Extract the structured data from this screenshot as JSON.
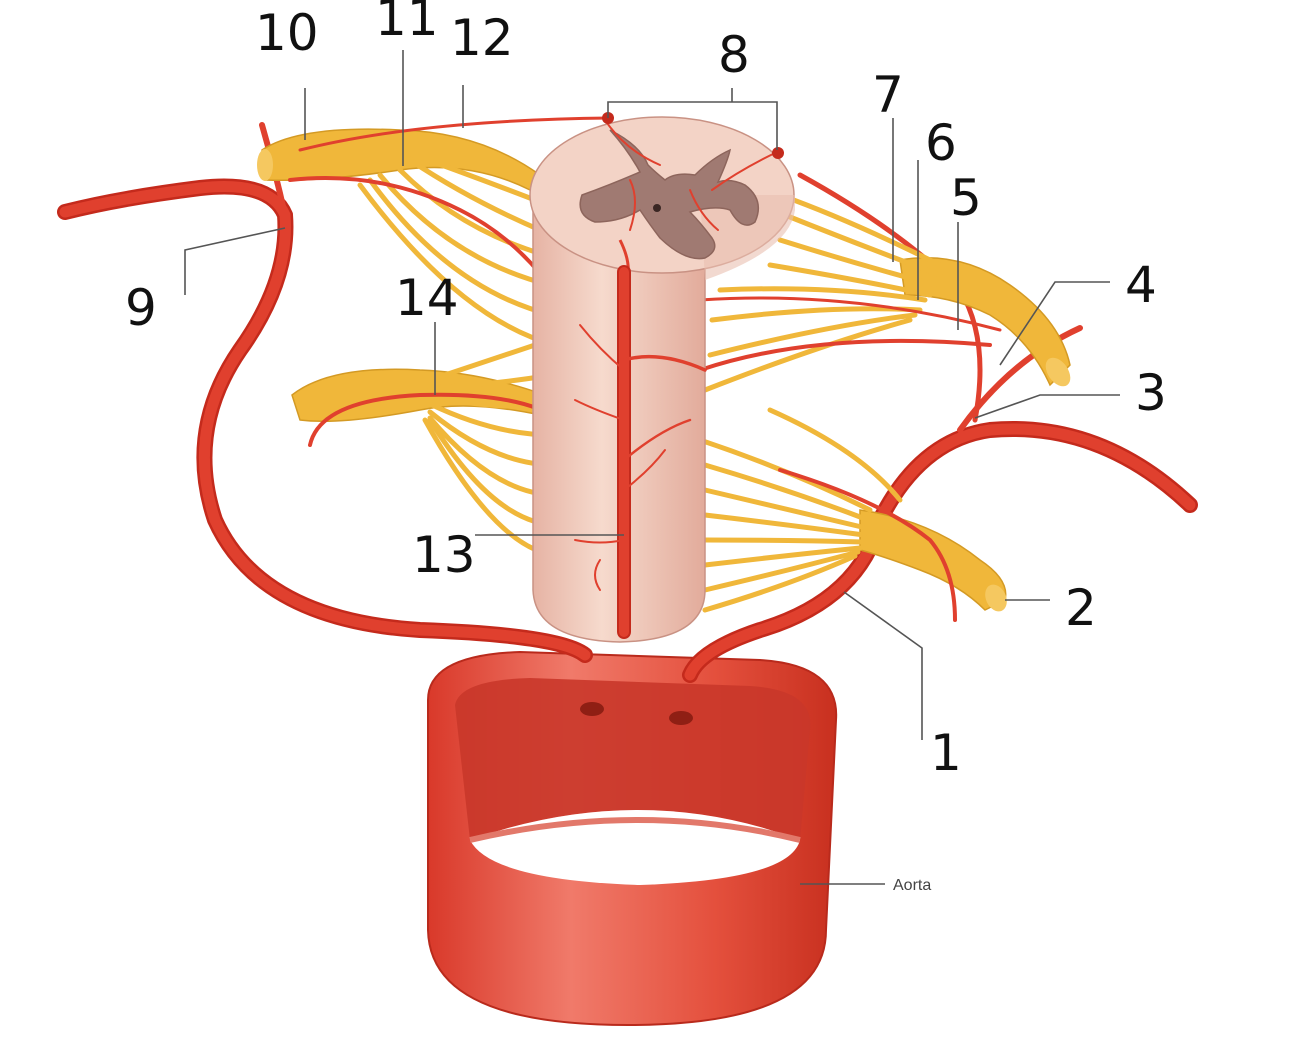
{
  "labels": [
    {
      "id": "label-1",
      "text": "1"
    },
    {
      "id": "label-2",
      "text": "2"
    },
    {
      "id": "label-3",
      "text": "3"
    },
    {
      "id": "label-4",
      "text": "4"
    },
    {
      "id": "label-5",
      "text": "5"
    },
    {
      "id": "label-6",
      "text": "6"
    },
    {
      "id": "label-7",
      "text": "7"
    },
    {
      "id": "label-8",
      "text": "8"
    },
    {
      "id": "label-9",
      "text": "9"
    },
    {
      "id": "label-10",
      "text": "10"
    },
    {
      "id": "label-11",
      "text": "11"
    },
    {
      "id": "label-12",
      "text": "12"
    },
    {
      "id": "label-13",
      "text": "13"
    },
    {
      "id": "label-14",
      "text": "14"
    }
  ],
  "aorta_label": "Aorta",
  "colors": {
    "artery": "#e0402e",
    "artery_dark": "#c42a1c",
    "nerve": "#f0b73a",
    "cord": "#f2cdbf",
    "grey_matter": "#a07a72"
  }
}
